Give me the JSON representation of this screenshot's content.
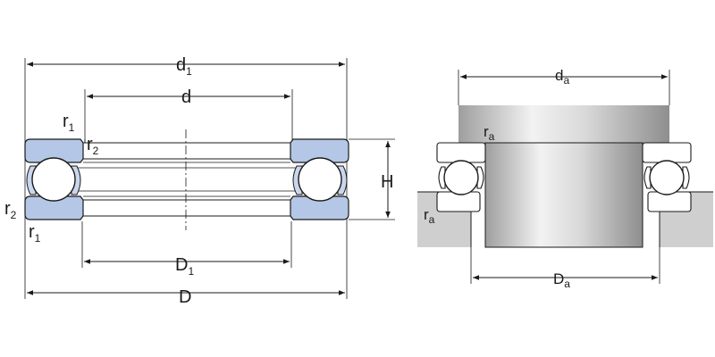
{
  "left_view": {
    "d1": {
      "main": "d",
      "sub": "1"
    },
    "d": {
      "main": "d"
    },
    "r1_top": {
      "main": "r",
      "sub": "1"
    },
    "r2_top": {
      "main": "r",
      "sub": "2"
    },
    "r2_left": {
      "main": "r",
      "sub": "2"
    },
    "r1_bottom": {
      "main": "r",
      "sub": "1"
    },
    "H": {
      "main": "H"
    },
    "D1": {
      "main": "D",
      "sub": "1"
    },
    "D": {
      "main": "D"
    }
  },
  "right_view": {
    "da": {
      "main": "d",
      "sub": "a"
    },
    "ra_top": {
      "main": "r",
      "sub": "a"
    },
    "ra_bottom": {
      "main": "r",
      "sub": "a"
    },
    "Da": {
      "main": "D",
      "sub": "a"
    }
  },
  "colors": {
    "washer_fill": "#b4c7e6",
    "housing_gray": "#cfcfcf",
    "line": "#1a1a1a"
  }
}
